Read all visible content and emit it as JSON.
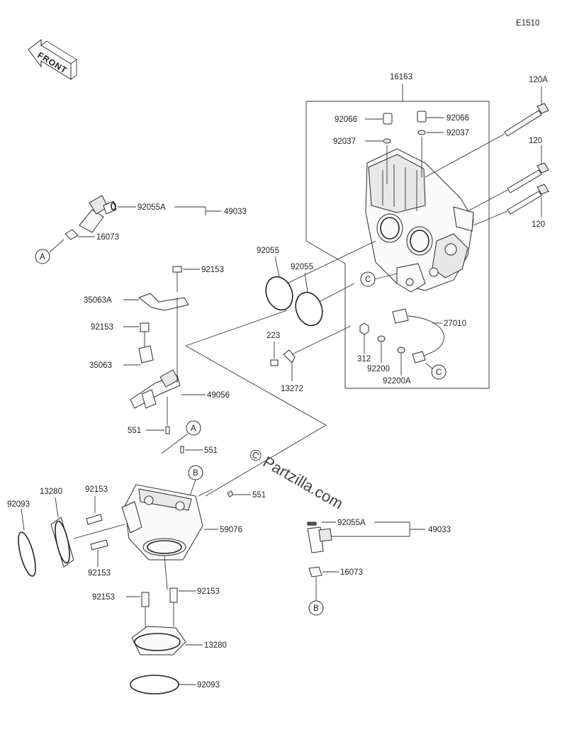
{
  "diagram_code": "E1510",
  "front_arrow_label": "FRONT",
  "watermark": "© Partzilla.com",
  "refs": {
    "a": "A",
    "b": "B",
    "c": "C"
  },
  "parts": {
    "p16163": "16163",
    "p120A": "120A",
    "p120": "120",
    "p92066": "92066",
    "p92037": "92037",
    "p92055A": "92055A",
    "p49033": "49033",
    "p16073": "16073",
    "p92055": "92055",
    "p92153": "92153",
    "p35063A": "35063A",
    "p35063": "35063",
    "p49056": "49056",
    "p27010": "27010",
    "p223": "223",
    "p312": "312",
    "p92200": "92200",
    "p92200A": "92200A",
    "p13272": "13272",
    "p551": "551",
    "p13280": "13280",
    "p92093": "92093",
    "p59076": "59076"
  }
}
